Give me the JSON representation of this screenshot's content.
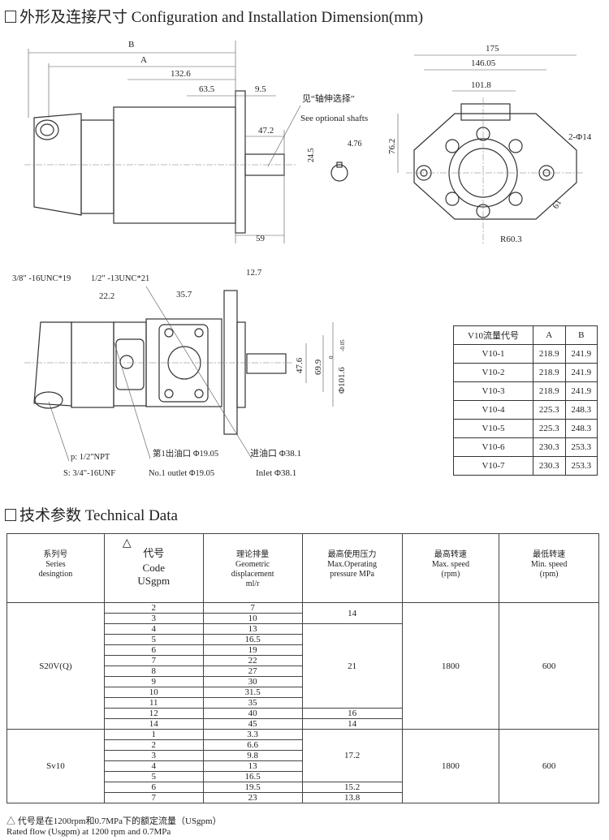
{
  "section1": {
    "title": "外形及连接尺寸 Configuration and Installation Dimension(mm)"
  },
  "top_view": {
    "dims": [
      "B",
      "A",
      "132.6",
      "63.5",
      "9.5",
      "47.2",
      "59",
      "24.5",
      "4.76"
    ],
    "shaft_note_zh": "见“轴伸选择”",
    "shaft_note_en": "See optional shafts"
  },
  "end_view": {
    "dims": [
      "175",
      "146.05",
      "101.8",
      "76.2",
      "2-Φ14",
      "61",
      "R60.3"
    ]
  },
  "side_view": {
    "thread1": "3/8\" -16UNC*19",
    "thread2": "1/2\" -13UNC*21",
    "dims": [
      "22.2",
      "35.7",
      "12.7",
      "47.6",
      "69.9",
      "Φ101.6",
      "0",
      "-0.05"
    ],
    "port_p": "p: 1/2\"NPT",
    "port_s": "S: 3/4\"-16UNF",
    "outlet_zh": "第1出油口  Φ19.05",
    "outlet_en": "No.1 outlet  Φ19.05",
    "inlet_zh": "进油口  Φ38.1",
    "inlet_en": "Inlet  Φ38.1"
  },
  "v10_table": {
    "headers": [
      "V10流量代号",
      "A",
      "B"
    ],
    "rows": [
      [
        "V10-1",
        "218.9",
        "241.9"
      ],
      [
        "V10-2",
        "218.9",
        "241.9"
      ],
      [
        "V10-3",
        "218.9",
        "241.9"
      ],
      [
        "V10-4",
        "225.3",
        "248.3"
      ],
      [
        "V10-5",
        "225.3",
        "248.3"
      ],
      [
        "V10-6",
        "230.3",
        "253.3"
      ],
      [
        "V10-7",
        "230.3",
        "253.3"
      ]
    ]
  },
  "section2": {
    "title": "技术参数 Technical Data"
  },
  "tech_table": {
    "headers": [
      {
        "zh": "系列号",
        "en": "Series desingtion"
      },
      {
        "mark": "△",
        "zh": "代号",
        "en": "Code USgpm"
      },
      {
        "zh": "理论排量",
        "en": "Geometric displacement ml/r"
      },
      {
        "zh": "最高使用压力",
        "en": "Max.Operating pressure MPa"
      },
      {
        "zh": "最高转速",
        "en": "Max. speed (rpm)"
      },
      {
        "zh": "最低转速",
        "en": "Min. speed (rpm)"
      }
    ],
    "groups": [
      {
        "series": "S20V(Q)",
        "max_speed": "1800",
        "min_speed": "600",
        "rows": [
          [
            "2",
            "7"
          ],
          [
            "3",
            "10"
          ],
          [
            "4",
            "13"
          ],
          [
            "5",
            "16.5"
          ],
          [
            "6",
            "19"
          ],
          [
            "7",
            "22"
          ],
          [
            "8",
            "27"
          ],
          [
            "9",
            "30"
          ],
          [
            "10",
            "31.5"
          ],
          [
            "11",
            "35"
          ],
          [
            "12",
            "40"
          ],
          [
            "14",
            "45"
          ]
        ],
        "pressure": [
          {
            "value": "14",
            "span": 2
          },
          {
            "value": "21",
            "span": 8
          },
          {
            "value": "16",
            "span": 1
          },
          {
            "value": "14",
            "span": 1
          }
        ]
      },
      {
        "series": "Sv10",
        "max_speed": "1800",
        "min_speed": "600",
        "rows": [
          [
            "1",
            "3.3"
          ],
          [
            "2",
            "6.6"
          ],
          [
            "3",
            "9.8"
          ],
          [
            "4",
            "13"
          ],
          [
            "5",
            "16.5"
          ],
          [
            "6",
            "19.5"
          ],
          [
            "7",
            "23"
          ]
        ],
        "pressure": [
          {
            "value": "17.2",
            "span": 5
          },
          {
            "value": "15.2",
            "span": 1
          },
          {
            "value": "13.8",
            "span": 1
          }
        ]
      }
    ]
  },
  "footnote": {
    "zh": "△ 代号是在1200rpm和0.7MPa下的额定流量（USgpm）",
    "en": "Rated flow (Usgpm) at 1200 rpm and 0.7MPa"
  }
}
